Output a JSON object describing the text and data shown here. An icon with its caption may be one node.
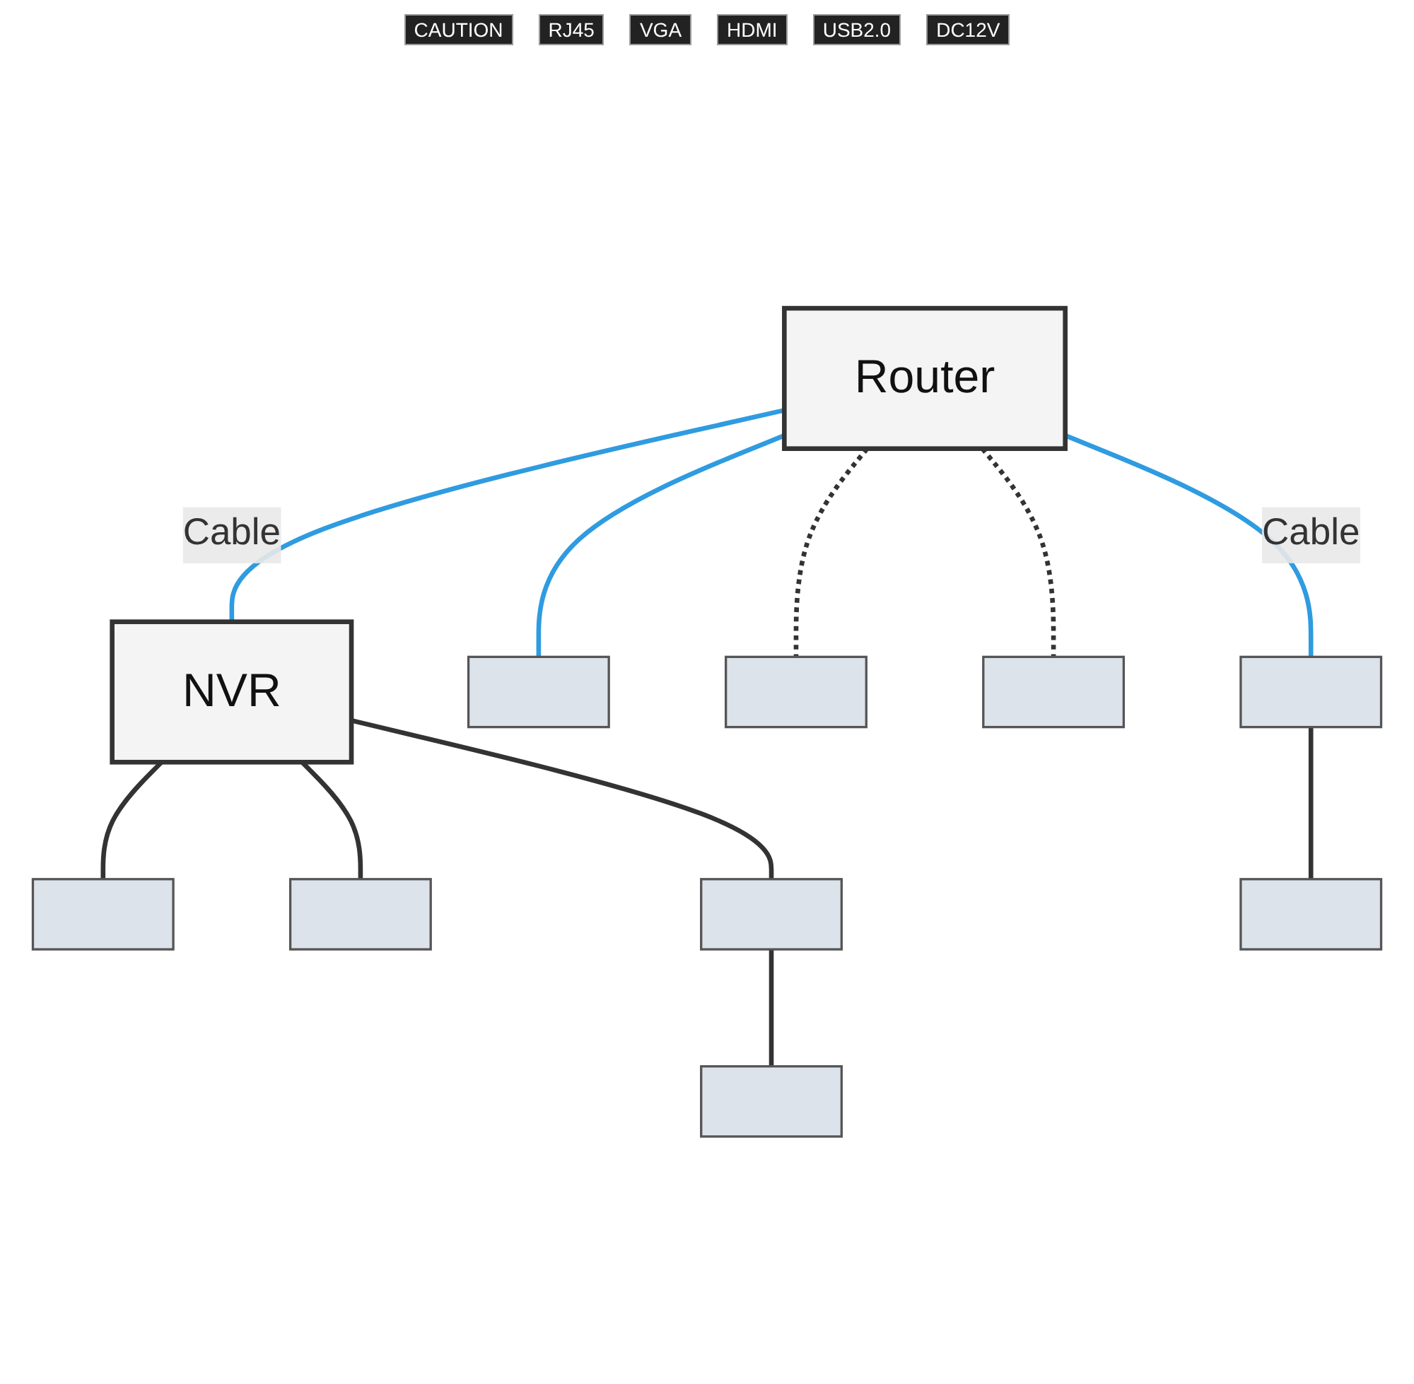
{
  "diagram": {
    "nodes": [
      {
        "text": [
          "Router"
        ]
      },
      {
        "text": [
          "NVR"
        ]
      },
      {
        "text": [],
        "shape": "box"
      },
      {
        "text": [],
        "shape": "box"
      },
      {
        "text": [],
        "shape": "box"
      },
      {
        "text": [],
        "shape": "box"
      },
      {
        "text": [],
        "shape": "box"
      },
      {
        "text": [],
        "shape": "box"
      },
      {
        "text": [],
        "shape": "box"
      },
      {
        "text": [],
        "shape": "box"
      },
      {
        "text": [],
        "shape": "box"
      }
    ],
    "edges": [
      {
        "from": 0,
        "to": 2,
        "arrow": "none",
        "color": "#2f9be0"
      },
      {
        "from": 0,
        "to": 3,
        "arrow": "none",
        "style": "dashed"
      },
      {
        "from": 0,
        "to": 4,
        "arrow": "none",
        "style": "dashed"
      },
      {
        "from": 0,
        "to": 1,
        "arrow": "none",
        "label": "Cable",
        "color": "#2f9be0"
      },
      {
        "from": 0,
        "to": 9,
        "arrow": "none",
        "label": "Cable",
        "color": "#2f9be0"
      },
      {
        "from": 1,
        "to": 5,
        "arrow": "none"
      },
      {
        "from": 1,
        "to": 6,
        "arrow": "none"
      },
      {
        "from": 1,
        "to": 7,
        "arrow": "none"
      },
      {
        "from": 7,
        "to": 8,
        "arrow": "none"
      },
      {
        "from": 9,
        "to": 10,
        "arrow": "none"
      }
    ],
    "labels": [
      "CAUTION",
      "RJ45",
      "VGA",
      "HDMI",
      "USB2.0",
      "DC12V"
    ]
  }
}
